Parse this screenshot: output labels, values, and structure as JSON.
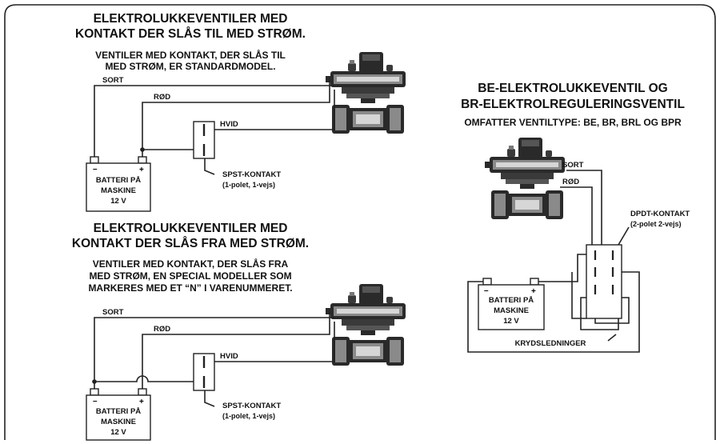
{
  "colors": {
    "line": "#222222",
    "text": "#111111",
    "valve_dark": "#2a2a2a",
    "valve_mid": "#8a8a8a",
    "valve_light": "#d6d6d6"
  },
  "section_top": {
    "title_line1": "ELEKTROLUKKEVENTILER MED",
    "title_line2": "KONTAKT DER SLÅS TIL MED STRØM.",
    "sub_line1": "VENTILER MED KONTAKT, DER SLÅS TIL",
    "sub_line2": "MED STRØM, ER STANDARDMODEL.",
    "wire_black": "SORT",
    "wire_red": "RØD",
    "wire_white": "HVID",
    "battery": [
      "BATTERI PÅ",
      "MASKINE",
      "12 V"
    ],
    "battery_minus": "–",
    "battery_plus": "+",
    "switch_label1": "SPST-KONTAKT",
    "switch_label2": "(1-polet, 1-vejs)"
  },
  "section_bottom": {
    "title_line1": "ELEKTROLUKKEVENTILER MED",
    "title_line2": "KONTAKT DER SLÅS FRA MED STRØM.",
    "sub_line1": "VENTILER MED KONTAKT, DER SLÅS FRA",
    "sub_line2": "MED STRØM, EN SPECIAL MODELLER SOM",
    "sub_line3": "MARKERES MED ET “N” I VARENUMMERET.",
    "wire_black": "SORT",
    "wire_red": "RØD",
    "wire_white": "HVID",
    "battery": [
      "BATTERI PÅ",
      "MASKINE",
      "12 V"
    ],
    "battery_minus": "–",
    "battery_plus": "+",
    "switch_label1": "SPST-KONTAKT",
    "switch_label2": "(1-polet, 1-vejs)"
  },
  "section_right": {
    "title_line1": "BE-ELEKTROLUKKEVENTIL OG",
    "title_line2": "BR-ELEKTROLREGULERINGSVENTIL",
    "sub_line1": "OMFATTER VENTILTYPE: BE, BR, BRL OG BPR",
    "wire_black": "SORT",
    "wire_red": "RØD",
    "switch_label1": "DPDT-KONTAKT",
    "switch_label2": "(2-polet 2-vejs)",
    "battery": [
      "BATTERI PÅ",
      "MASKINE",
      "12 V"
    ],
    "battery_minus": "–",
    "battery_plus": "+",
    "cross_wires": "KRYDSLEDNINGER"
  }
}
